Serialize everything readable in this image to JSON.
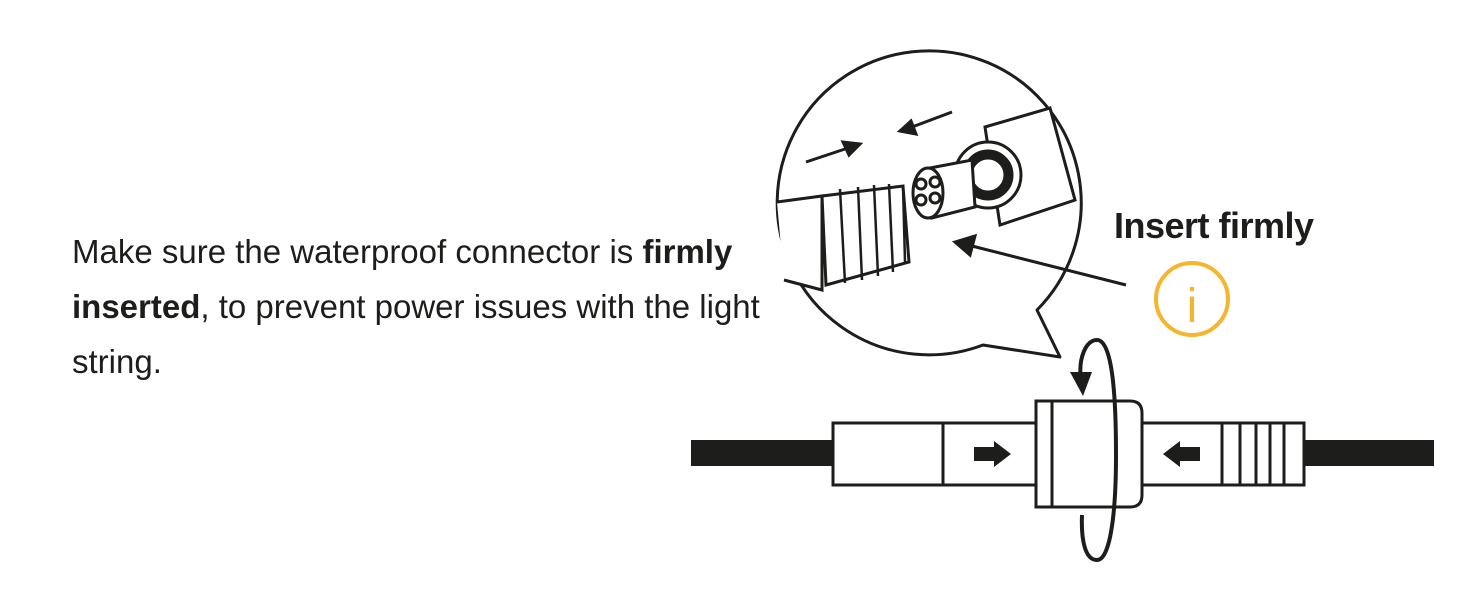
{
  "instruction": {
    "prefix": "Make sure the waterproof connector is ",
    "emphasis": "firmly inserted",
    "suffix": ", to prevent power issues with the light string."
  },
  "callout": {
    "label": "Insert firmly",
    "icon": "info-icon",
    "icon_glyph": "i",
    "icon_color": "#f5b52e"
  },
  "colors": {
    "line": "#1d1d1b",
    "background": "#ffffff"
  }
}
